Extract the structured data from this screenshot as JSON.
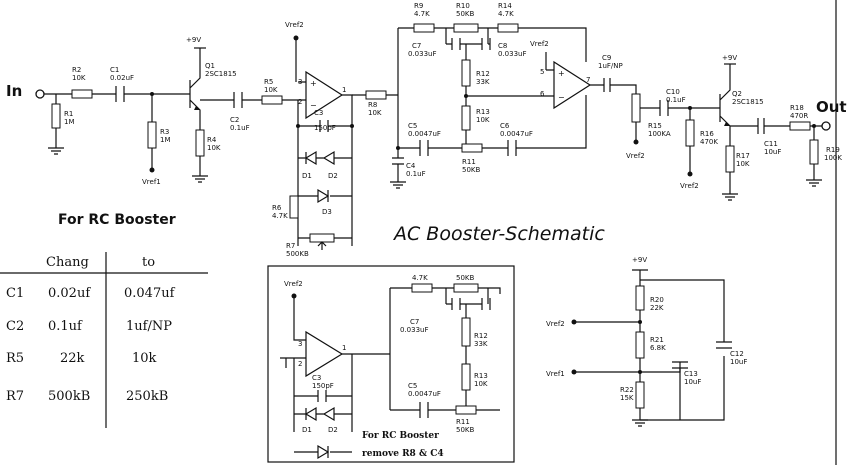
{
  "title": "AC Booster-Schematic",
  "io": {
    "input": "In",
    "output": "Out"
  },
  "supply": {
    "plus9_q1": "+9V",
    "plus9_q2": "+9V",
    "plus9_bias": "+9V"
  },
  "vref": {
    "opamp1": "Vref2",
    "opamp2": "Vref2",
    "q1_bias": "Vref1",
    "r15": "Vref2",
    "q2_bias": "Vref2",
    "bias_out2": "Vref2",
    "bias_out1": "Vref1",
    "inset_opamp": "Vref2"
  },
  "components": {
    "r1": [
      "R1",
      "1M"
    ],
    "r2": [
      "R2",
      "10K"
    ],
    "r3": [
      "R3",
      "1M"
    ],
    "r4": [
      "R4",
      "10K"
    ],
    "r5": [
      "R5",
      "10K"
    ],
    "r6": [
      "R6",
      "4.7K"
    ],
    "r7": [
      "R7",
      "500KB"
    ],
    "r8": [
      "R8",
      "10K"
    ],
    "r9": [
      "R9",
      "4.7K"
    ],
    "r10": [
      "R10",
      "50KB"
    ],
    "r11": [
      "R11",
      "50KB"
    ],
    "r12": [
      "R12",
      "33K"
    ],
    "r13": [
      "R13",
      "10K"
    ],
    "r14": [
      "R14",
      "4.7K"
    ],
    "r15": [
      "R15",
      "100KA"
    ],
    "r16": [
      "R16",
      "470K"
    ],
    "r17": [
      "R17",
      "10K"
    ],
    "r18": [
      "R18",
      "470R"
    ],
    "r19": [
      "R19",
      "100K"
    ],
    "r20": [
      "R20",
      "22K"
    ],
    "r21": [
      "R21",
      "6.8K"
    ],
    "r22": [
      "R22",
      "15K"
    ],
    "c1": [
      "C1",
      "0.02uF"
    ],
    "c2": [
      "C2",
      "0.1uF"
    ],
    "c3": [
      "C3",
      "150pF"
    ],
    "c4": [
      "C4",
      "0.1uF"
    ],
    "c5": [
      "C5",
      "0.0047uF"
    ],
    "c6": [
      "C6",
      "0.0047uF"
    ],
    "c7": [
      "C7",
      "0.033uF"
    ],
    "c8": [
      "C8",
      "0.033uF"
    ],
    "c9": [
      "C9",
      "1uF/NP"
    ],
    "c10": [
      "C10",
      "0.1uF"
    ],
    "c11": [
      "C11",
      "10uF"
    ],
    "c12": [
      "C12",
      "10uF"
    ],
    "c13": [
      "C13",
      "10uF"
    ],
    "q1": [
      "Q1",
      "2SC1815"
    ],
    "q2": [
      "Q2",
      "2SC1815"
    ],
    "d1": "D1",
    "d2": "D2",
    "d3": "D3"
  },
  "pins": {
    "u1_in_plus": "3",
    "u1_in_minus": "2",
    "u1_out": "1",
    "u2_in_plus": "5",
    "u2_in_minus": "6",
    "u2_out": "7"
  },
  "inset": {
    "r_top": "4.7K",
    "r_top2": "50KB",
    "c7": [
      "C7",
      "0.033uF"
    ],
    "r12": [
      "R12",
      "33K"
    ],
    "r13": [
      "R13",
      "10K"
    ],
    "c5": [
      "C5",
      "0.0047uF"
    ],
    "r11": [
      "R11",
      "50KB"
    ],
    "c3": [
      "C3",
      "150pF"
    ],
    "d1": "D1",
    "d2": "D2",
    "pin_plus": "3",
    "pin_minus": "2",
    "pin_out": "1",
    "note1": "For RC Booster",
    "note2": "remove R8 & C4"
  },
  "table": {
    "heading": "For RC Booster",
    "columns": [
      "Chang",
      "to"
    ],
    "rows": [
      {
        "part": "C1",
        "from": "0.02uf",
        "to": "0.047uf"
      },
      {
        "part": "C2",
        "from": "0.1uf",
        "to": "1uf/NP"
      },
      {
        "part": "R5",
        "from": "22k",
        "to": "10k"
      },
      {
        "part": "R7",
        "from": "500kB",
        "to": "250kB"
      }
    ]
  }
}
